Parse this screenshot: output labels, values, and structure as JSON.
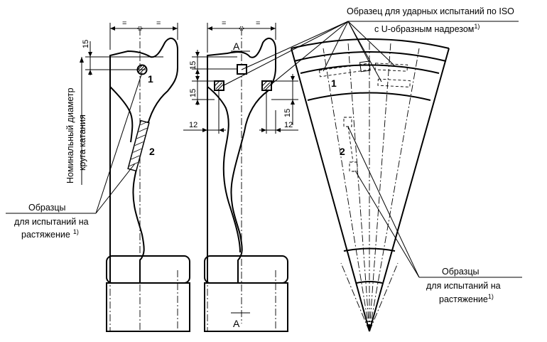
{
  "labels": {
    "impact_title": "Образец для ударных испытаний по ISO",
    "impact_subtitle": "с U-образным надрезом",
    "impact_footnote": "1)",
    "tensile_left_1": "Образцы",
    "tensile_left_2": "для испытаний на",
    "tensile_left_3": "растяжение",
    "tensile_left_footnote": "1)",
    "tensile_right_1": "Образцы",
    "tensile_right_2": "для испытаний на",
    "tensile_right_3": "растяжение",
    "tensile_right_footnote": "1)",
    "vertical_1": "Номинальный диаметр",
    "vertical_2": "круга катания",
    "section_top": "А",
    "section_bottom": "А",
    "num_1": "1",
    "num_2": "2",
    "num_1_right": "1",
    "num_2_right": "2"
  },
  "dimensions": {
    "eq": "=",
    "d15_left": "15",
    "d15_mid_top": "15",
    "d15_mid_bot": "15",
    "d15_mid_right": "15",
    "d12_left": "12",
    "d12_right": "12"
  }
}
